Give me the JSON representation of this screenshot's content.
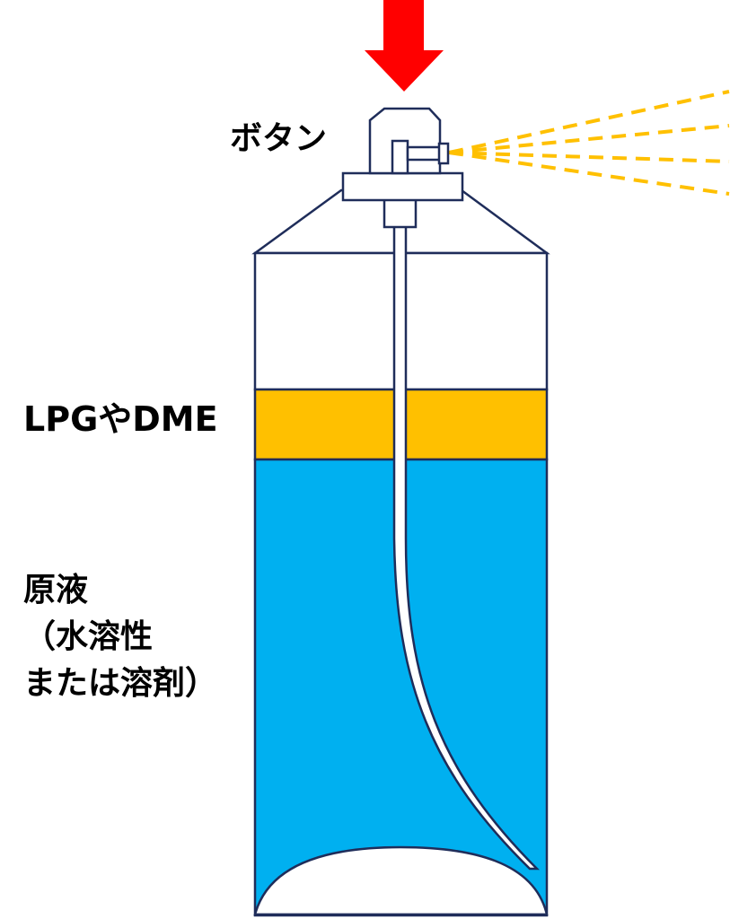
{
  "labels": {
    "button": "ボタン",
    "gas": "LPGやDME",
    "liquid_lines": [
      "原液",
      "（水溶性",
      "または溶剤）"
    ]
  },
  "colors": {
    "outline": "#1f2d5a",
    "gas_layer": "#ffc000",
    "liquid": "#00b0f0",
    "arrow": "#ff0000",
    "spray": "#ffc000",
    "background": "#ffffff"
  },
  "icons": {
    "press_arrow": "down-arrow-icon"
  }
}
